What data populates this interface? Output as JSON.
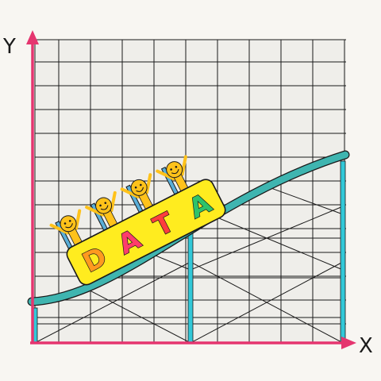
{
  "axes": {
    "y_label": "Y",
    "x_label": "X",
    "color": "#e5356f"
  },
  "colors": {
    "grid_background": "#efeeea",
    "grid_lines": "#1a1a1a",
    "track": "#3fb5b0",
    "support_posts": "#32c8d8",
    "car_body": "#ffec1f",
    "rider_color": "#ffc21a",
    "seat_color": "#5aaed8"
  },
  "car": {
    "letters": [
      {
        "char": "D",
        "color": "#ff9a1f"
      },
      {
        "char": "A",
        "color": "#ff3d6b"
      },
      {
        "char": "T",
        "color": "#ff3d3d"
      },
      {
        "char": "A",
        "color": "#2ec36a"
      }
    ],
    "rider_count": 4
  },
  "icons": {
    "riders": "smiling-stick-figure-icon",
    "rollercoaster": "rollercoaster-icon"
  }
}
